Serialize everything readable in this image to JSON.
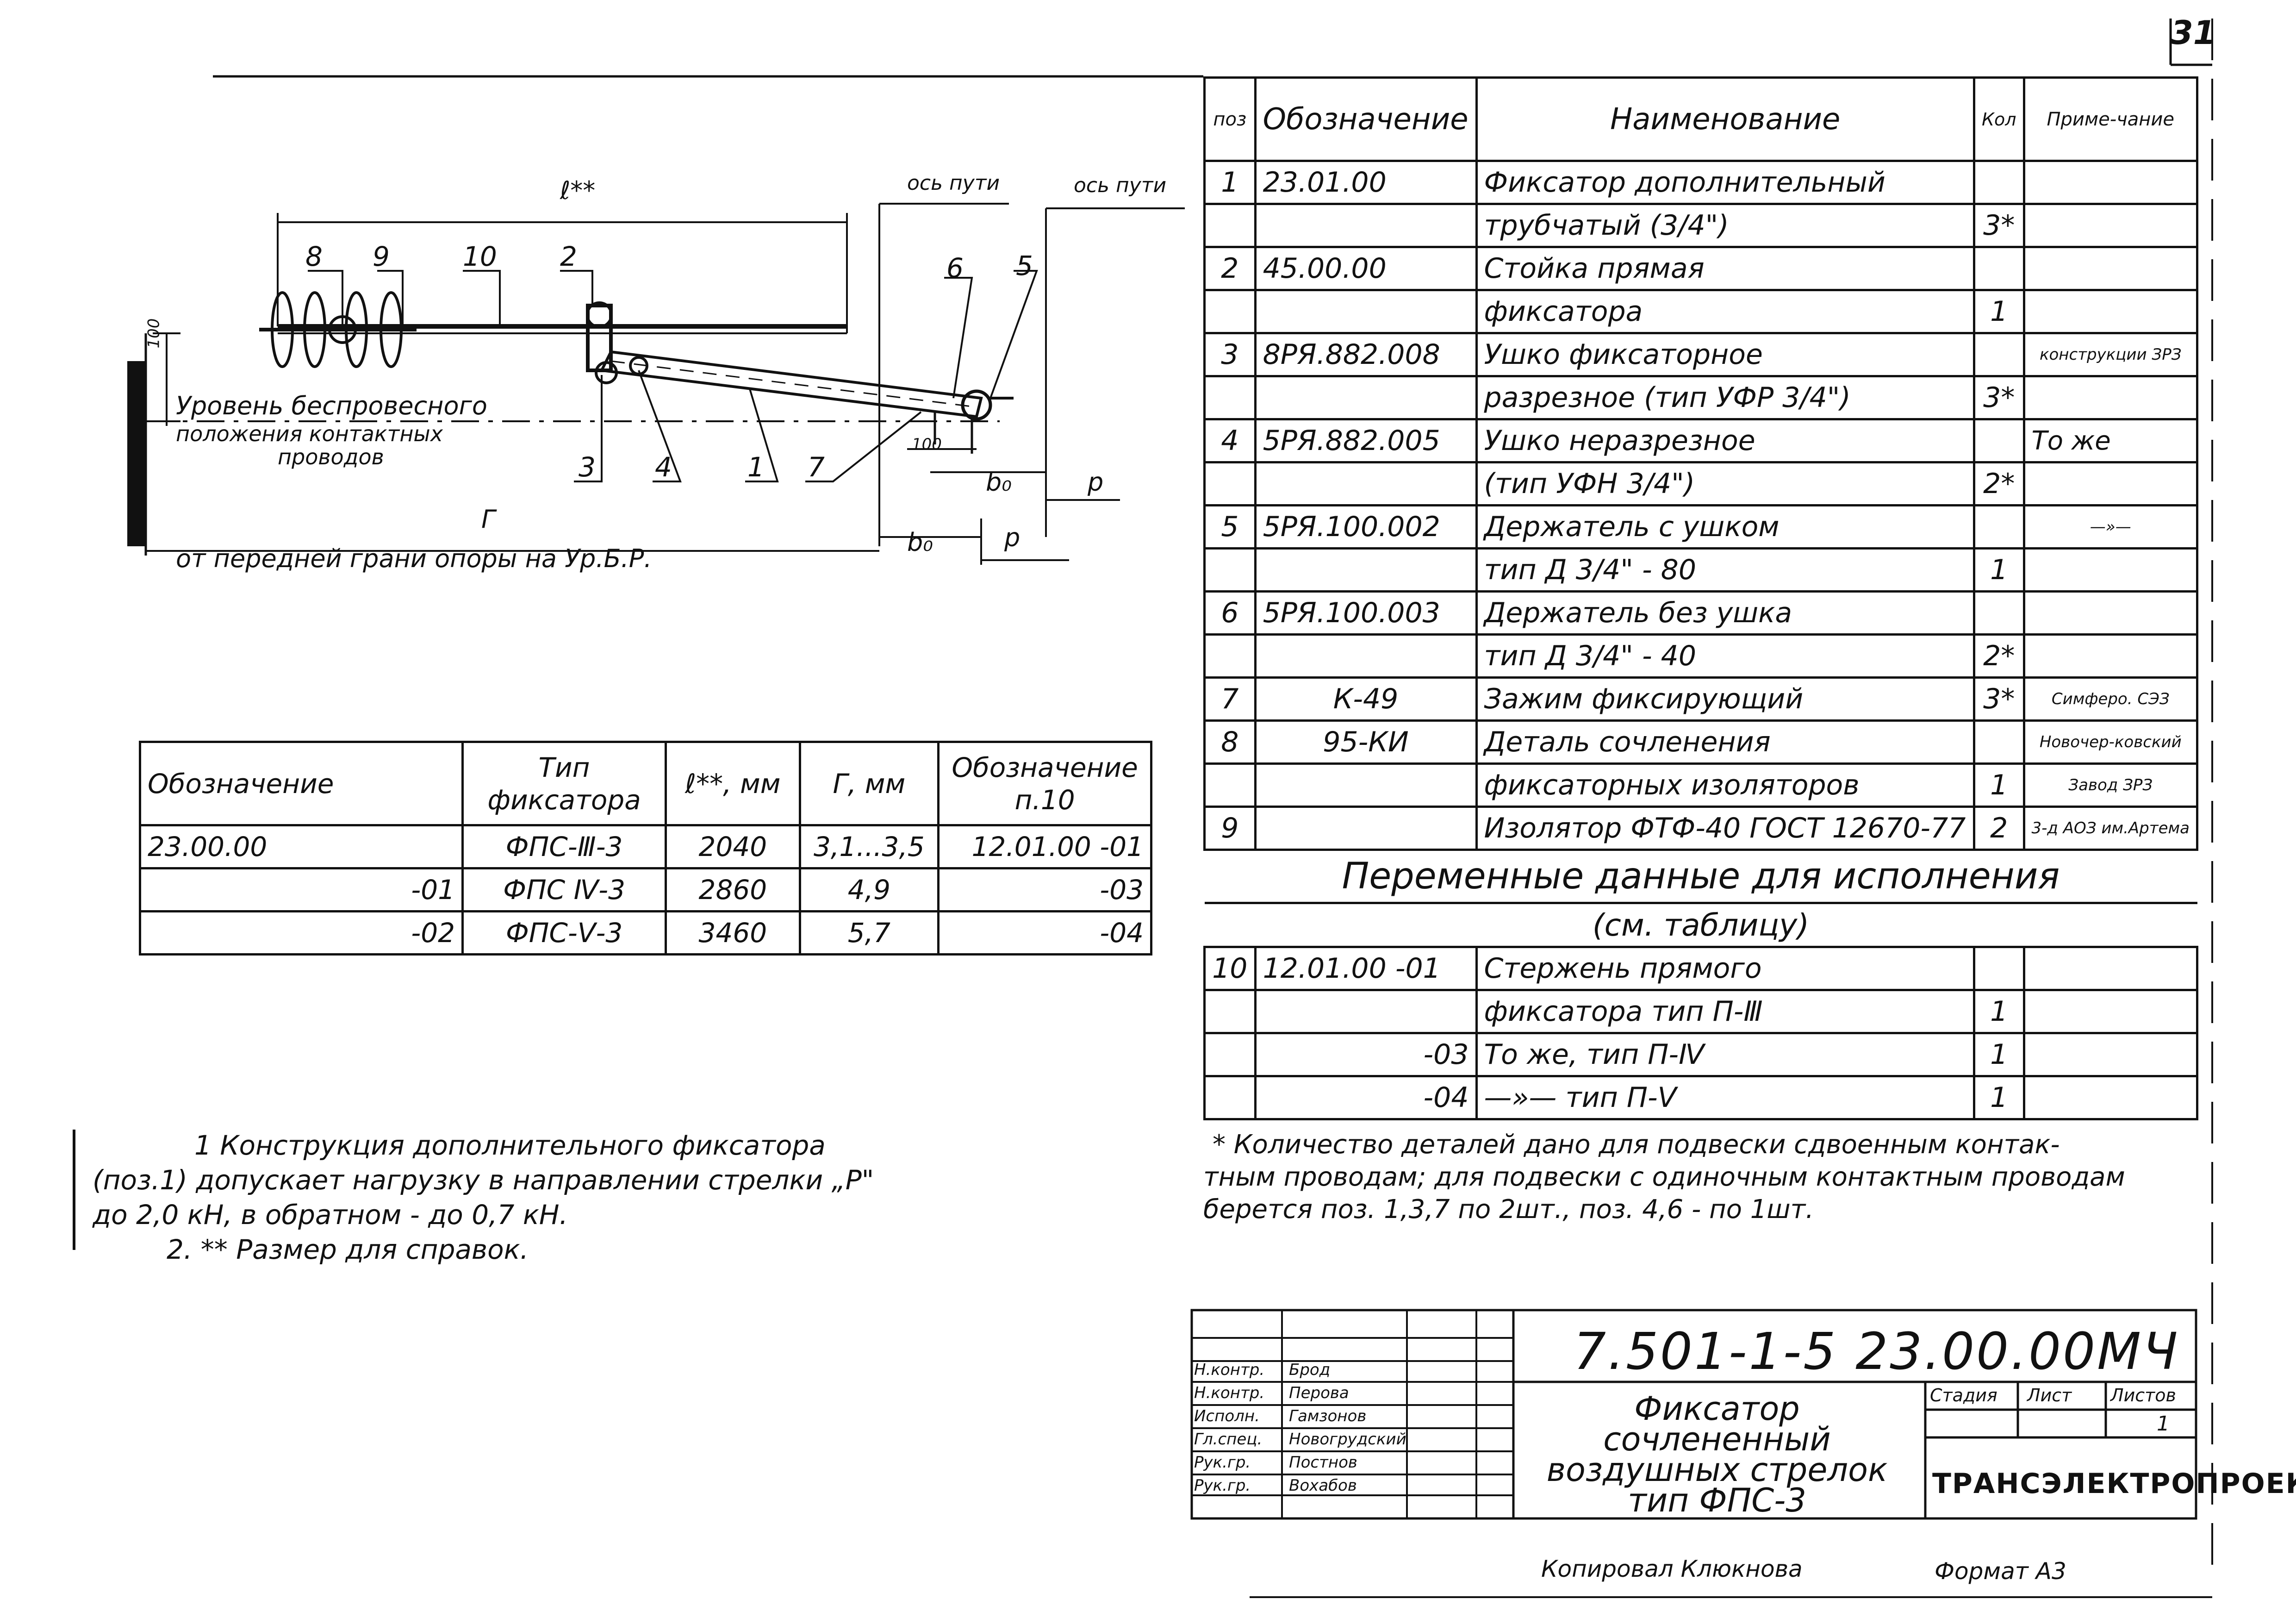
{
  "sheet_number": "31",
  "drawing": {
    "labels": {
      "l": "ℓ**",
      "axis1": "ось пути",
      "axis2": "ось пути",
      "level_line1": "Уровень беспровесного",
      "level_line2": "положения контактных",
      "level_line3": "проводов",
      "r": "Г",
      "r_from": "от передней грани опоры на Ур.Б.Р.",
      "b0_a": "b₀",
      "b0_b": "b₀",
      "p_a": "p",
      "p_b": "p",
      "dim_100a": "100",
      "dim_100b": "100"
    },
    "callouts": [
      "8",
      "9",
      "10",
      "2",
      "6",
      "5",
      "3",
      "4",
      "1",
      "7"
    ]
  },
  "variant_table": {
    "headers": [
      "Обозначение",
      "Тип фиксатора",
      "ℓ**, мм",
      "Г, мм",
      "Обозначение п.10"
    ],
    "rows": [
      [
        "23.00.00",
        "ФПС-Ⅲ-3",
        "2040",
        "3,1...3,5",
        "12.01.00 -01"
      ],
      [
        "-01",
        "ФПС Ⅳ-3",
        "2860",
        "4,9",
        "-03"
      ],
      [
        "-02",
        "ФПС-Ⅴ-3",
        "3460",
        "5,7",
        "-04"
      ]
    ]
  },
  "spec": {
    "headers": [
      "поз",
      "Обозначение",
      "Наименование",
      "Кол",
      "Приме-чание"
    ],
    "rows": [
      [
        "1",
        "23.01.00",
        "Фиксатор дополнительный",
        "",
        ""
      ],
      [
        "",
        "",
        "трубчатый (3/4\")",
        "3*",
        ""
      ],
      [
        "2",
        "45.00.00",
        "Стойка прямая",
        "",
        ""
      ],
      [
        "",
        "",
        "фиксатора",
        "1",
        ""
      ],
      [
        "3",
        "8РЯ.882.008",
        "Ушко фиксаторное",
        "",
        "конструкции ЗРЗ"
      ],
      [
        "",
        "",
        "разрезное (тип УФР 3/4\")",
        "3*",
        ""
      ],
      [
        "4",
        "5РЯ.882.005",
        "Ушко неразрезное",
        "",
        "То же"
      ],
      [
        "",
        "",
        "(тип УФН 3/4\")",
        "2*",
        ""
      ],
      [
        "5",
        "5РЯ.100.002",
        "Держатель с ушком",
        "",
        "—»—"
      ],
      [
        "",
        "",
        "тип Д 3/4\" - 80",
        "1",
        ""
      ],
      [
        "6",
        "5РЯ.100.003",
        "Держатель без ушка",
        "",
        ""
      ],
      [
        "",
        "",
        "тип Д 3/4\" - 40",
        "2*",
        ""
      ],
      [
        "7",
        "К-49",
        "Зажим фиксирующий",
        "3*",
        "Симферо. СЭЗ"
      ],
      [
        "8",
        "95-КИ",
        "Деталь сочленения",
        "",
        "Новочер-ковский"
      ],
      [
        "",
        "",
        "фиксаторных изоляторов",
        "1",
        "Завод ЗРЗ"
      ],
      [
        "9",
        "",
        "Изолятор ФТФ-40 ГОСТ 12670-77",
        "2",
        "3-д АОЗ им.Артема"
      ]
    ],
    "variable_title": "Переменные данные для исполнения",
    "variable_subtitle": "(см. таблицу)",
    "variable_rows": [
      [
        "10",
        "12.01.00 -01",
        "Стержень прямого",
        "",
        ""
      ],
      [
        "",
        "",
        "фиксатора тип П-Ⅲ",
        "1",
        ""
      ],
      [
        "",
        "-03",
        "То же, тип П-Ⅳ",
        "1",
        ""
      ],
      [
        "",
        "-04",
        "—»— тип П-Ⅴ",
        "1",
        ""
      ]
    ]
  },
  "footnote": {
    "line1": "* Количество деталей дано для подвески сдвоенным контак-",
    "line2": "тным проводам; для подвески с одиночным контактным проводам",
    "line3": "берется поз. 1,3,7 по 2шт., поз. 4,6 - по 1шт."
  },
  "notes": {
    "n1_line1": "1 Конструкция дополнительного фиксатора",
    "n1_line2": "(поз.1) допускает нагрузку в направлении стрелки „Р\"",
    "n1_line3": "до 2,0 кН, в обратном - до 0,7 кН.",
    "n2": "2. ** Размер для справок."
  },
  "title_block": {
    "code": "7.501-1-5   23.00.00МЧ",
    "title1": "Фиксатор",
    "title2": "сочлененный",
    "title3": "воздушных стрелок",
    "title4": "тип ФПС-3",
    "stage": "Стадия",
    "sheet": "Лист",
    "sheets": "Листов",
    "sheets_val": "1",
    "org": "ТРАНСЭЛЕКТРОПРОЕКТ",
    "signers": [
      [
        "Н.контр.",
        "Брод"
      ],
      [
        "Н.контр.",
        "Перова"
      ],
      [
        "Исполн.",
        "Гамзонов"
      ],
      [
        "Гл.спец.",
        "Новогрудский"
      ],
      [
        "Рук.гр.",
        "Постнов"
      ],
      [
        "Рук.гр.",
        "Вохабов"
      ]
    ]
  },
  "bottom": {
    "copied": "Копировал Клюкнова",
    "format": "Формат А3"
  }
}
